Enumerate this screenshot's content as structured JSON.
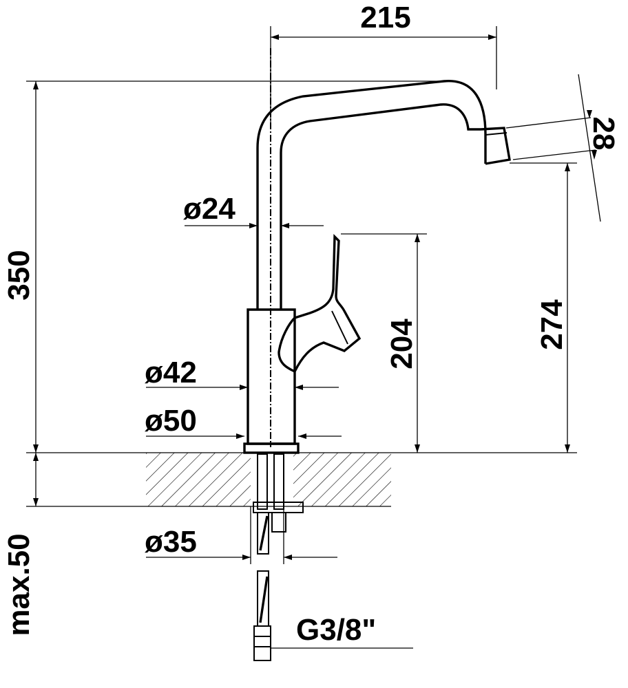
{
  "drawing": {
    "colors": {
      "line": "#000000",
      "background": "#ffffff"
    },
    "dimensions": {
      "overall_width": "215",
      "total_height": "350",
      "outlet_diameter": "28",
      "spout_tube_diameter": "ø24",
      "lever_top_height": "204",
      "outlet_height": "274",
      "body_diameter": "ø42",
      "base_diameter": "ø50",
      "mounting_hole": "ø35",
      "max_deck_thickness": "max.50",
      "hose_thread": "G3/8\""
    }
  }
}
